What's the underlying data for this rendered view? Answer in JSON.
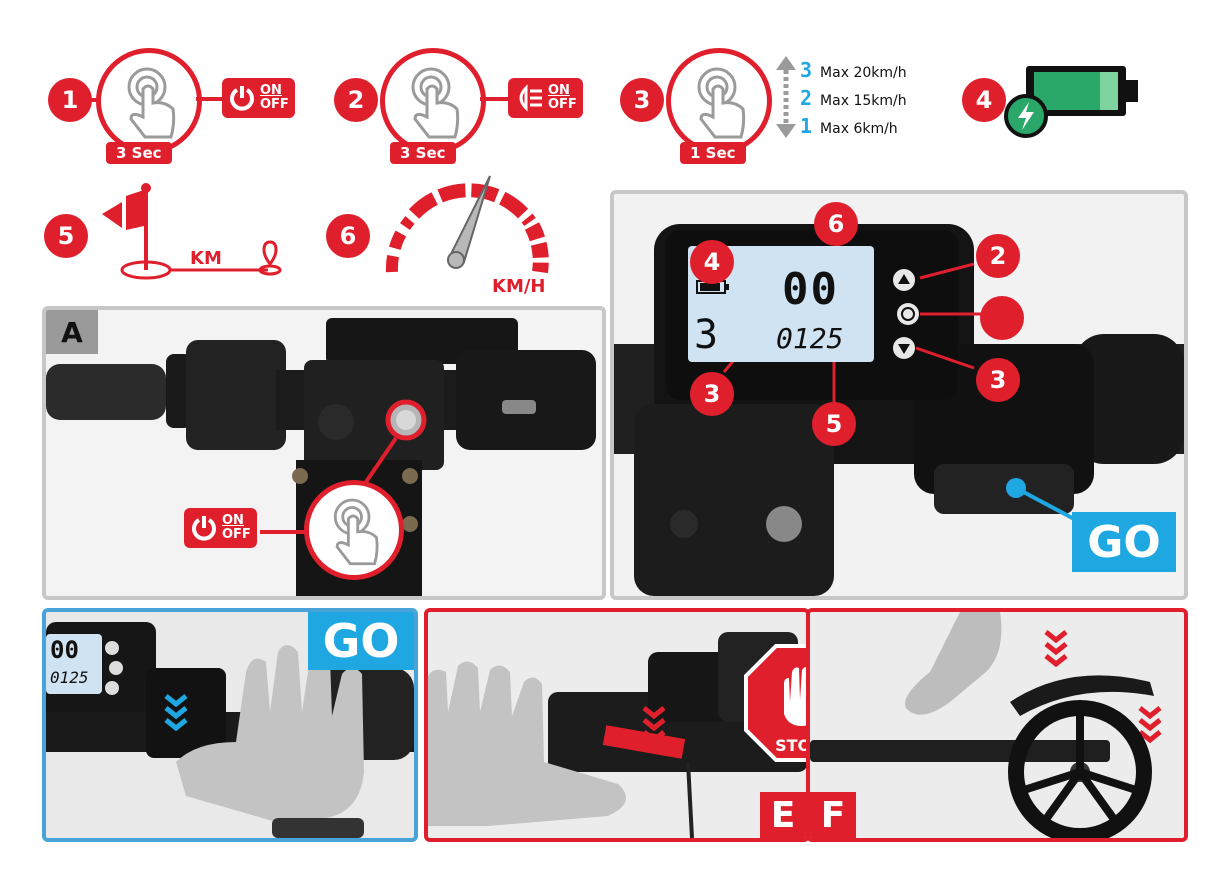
{
  "steps": [
    {
      "number": "1",
      "duration": "3 Sec",
      "on": "ON",
      "off": "OFF"
    },
    {
      "number": "2",
      "duration": "3 Sec",
      "on": "ON",
      "off": "OFF"
    },
    {
      "number": "3",
      "duration": "1 Sec"
    },
    {
      "number": "4"
    }
  ],
  "speed_modes": [
    {
      "level": "3",
      "label": "Max 20km/h"
    },
    {
      "level": "2",
      "label": "Max 15km/h"
    },
    {
      "level": "1",
      "label": "Max 6km/h"
    }
  ],
  "trip": {
    "number": "5",
    "unit": "KM"
  },
  "speedometer": {
    "number": "6",
    "unit": "KM/H"
  },
  "panel_a": {
    "label": "A",
    "on": "ON",
    "off": "OFF"
  },
  "panel_display": {
    "callouts": [
      "6",
      "4",
      "2",
      "3",
      "3",
      "5"
    ],
    "lcd_speed": "00",
    "lcd_level": "3",
    "lcd_trip": "0125",
    "go": "GO"
  },
  "panel_go": {
    "go": "GO",
    "lcd_speed": "00",
    "lcd_trip": "0125"
  },
  "panel_e": {
    "label": "E",
    "stop": "STOP"
  },
  "panel_f": {
    "label": "F"
  },
  "colors": {
    "red": "#e01f2d",
    "blue": "#1ea7e1",
    "battery_green": "#2aa86a"
  }
}
